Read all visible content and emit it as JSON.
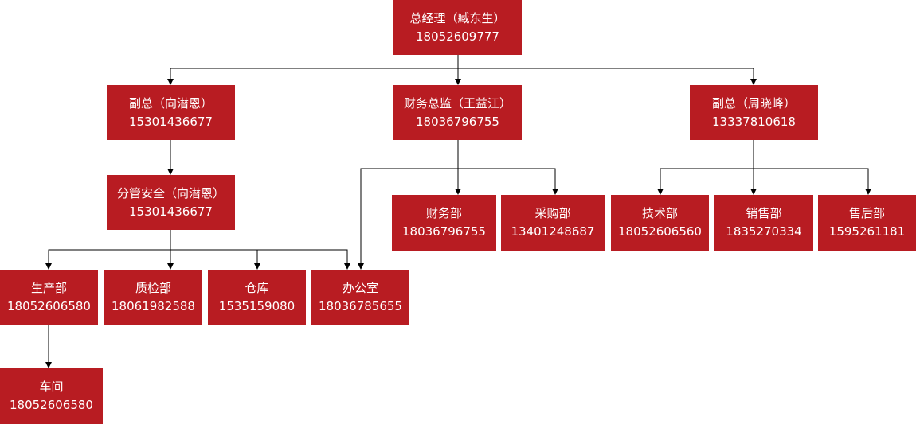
{
  "nodes": {
    "general_manager": {
      "title": "总经理（臧东生）",
      "phone": "18052609777"
    },
    "vp_xiang": {
      "title": "副总（向潜恩）",
      "phone": "15301436677"
    },
    "cfo": {
      "title": "财务总监（王益江）",
      "phone": "18036796755"
    },
    "vp_zhou": {
      "title": "副总（周晓峰）",
      "phone": "13337810618"
    },
    "safety_manager": {
      "title": "分管安全（向潜恩）",
      "phone": "15301436677"
    },
    "finance_dept": {
      "title": "财务部",
      "phone": "18036796755"
    },
    "purchasing_dept": {
      "title": "采购部",
      "phone": "13401248687"
    },
    "tech_dept": {
      "title": "技术部",
      "phone": "18052606560"
    },
    "sales_dept": {
      "title": "销售部",
      "phone": "1835270334"
    },
    "aftersales_dept": {
      "title": "售后部",
      "phone": "1595261181"
    },
    "production_dept": {
      "title": "生产部",
      "phone": "18052606580"
    },
    "quality_dept": {
      "title": "质检部",
      "phone": "18061982588"
    },
    "warehouse": {
      "title": "仓库",
      "phone": "1535159080"
    },
    "office": {
      "title": "办公室",
      "phone": "18036785655"
    },
    "workshop": {
      "title": "车间",
      "phone": "18052606580"
    }
  },
  "colors": {
    "node_fill": "#b81c22",
    "node_text": "#ffffff",
    "connector": "#000000"
  }
}
